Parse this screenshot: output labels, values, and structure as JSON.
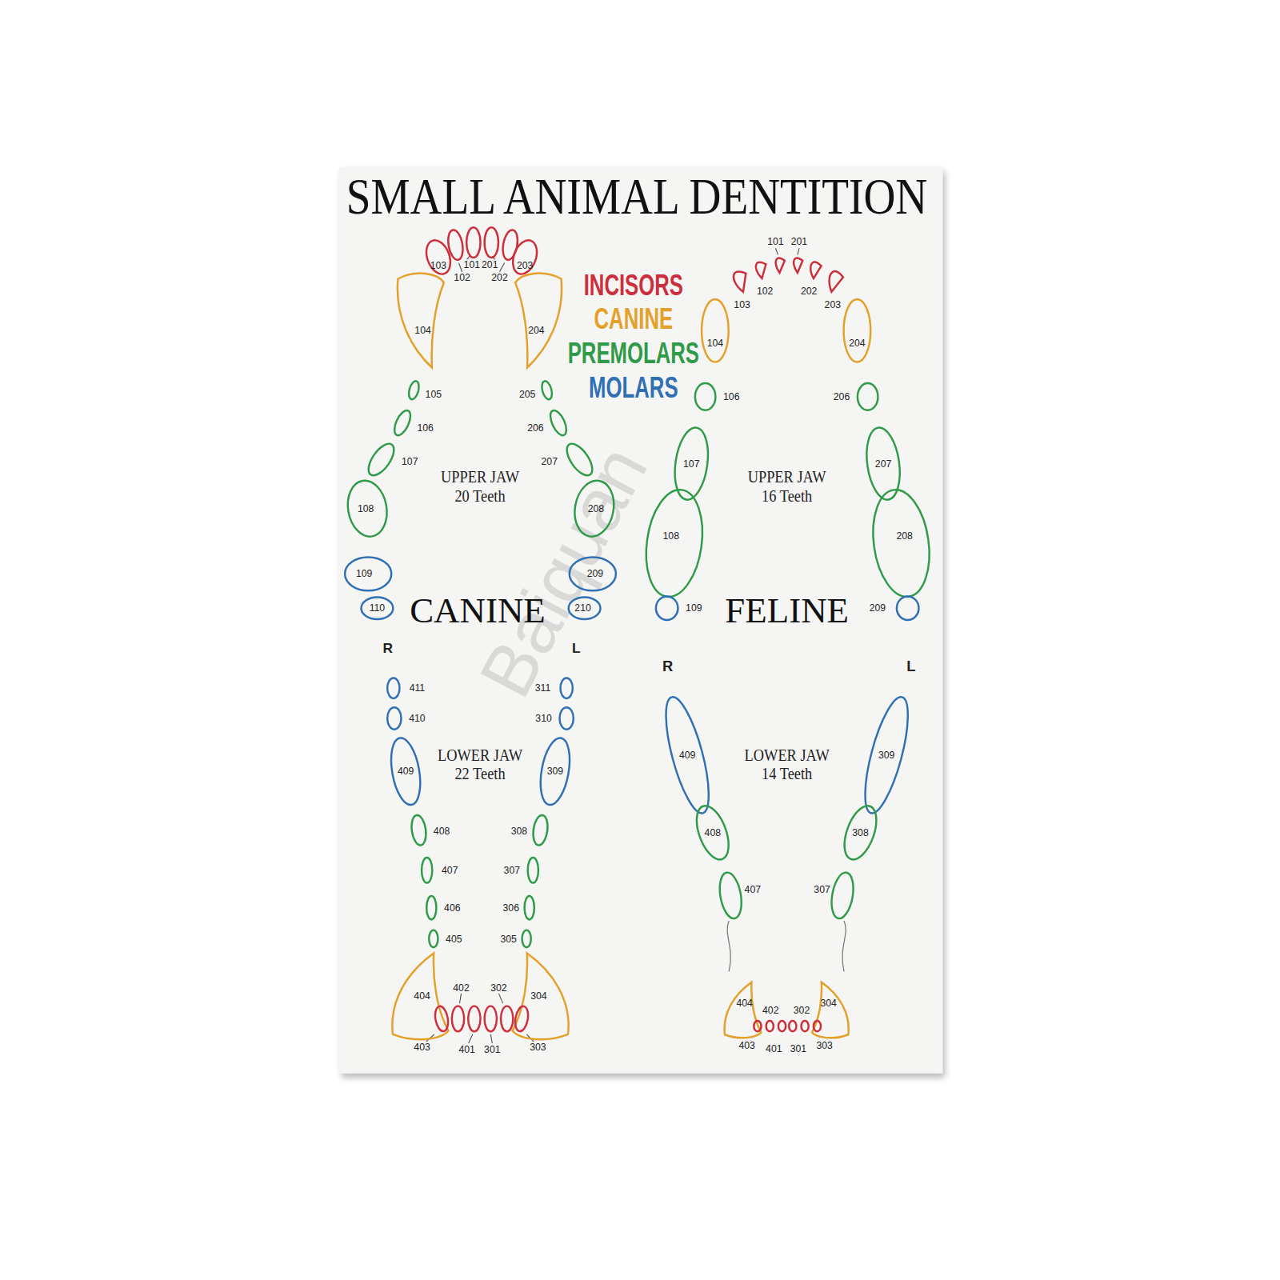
{
  "diagram": {
    "title": "SMALL ANIMAL DENTITION",
    "nodes": [
      {
        "text": [
          "103"
        ]
      },
      {
        "text": [
          "102"
        ]
      },
      {
        "text": [
          "101"
        ]
      },
      {
        "text": [
          "201"
        ]
      },
      {
        "text": [
          "202"
        ]
      },
      {
        "text": [
          "203"
        ]
      },
      {
        "text": [
          "104"
        ]
      },
      {
        "text": [
          "204"
        ]
      },
      {
        "text": [
          "105"
        ]
      },
      {
        "text": [
          "205"
        ]
      },
      {
        "text": [
          "106"
        ]
      },
      {
        "text": [
          "206"
        ]
      },
      {
        "text": [
          "107"
        ]
      },
      {
        "text": [
          "207"
        ]
      },
      {
        "text": [
          "108"
        ]
      },
      {
        "text": [
          "208"
        ]
      },
      {
        "text": [
          "109"
        ]
      },
      {
        "text": [
          "209"
        ]
      },
      {
        "text": [
          "110"
        ]
      },
      {
        "text": [
          "210"
        ]
      },
      {
        "text": [
          "103"
        ]
      },
      {
        "text": [
          "102"
        ]
      },
      {
        "text": [
          "101"
        ]
      },
      {
        "text": [
          "201"
        ]
      },
      {
        "text": [
          "202"
        ]
      },
      {
        "text": [
          "203"
        ]
      },
      {
        "text": [
          "104"
        ]
      },
      {
        "text": [
          "204"
        ]
      },
      {
        "text": [
          "106"
        ]
      },
      {
        "text": [
          "206"
        ]
      },
      {
        "text": [
          "107"
        ]
      },
      {
        "text": [
          "207"
        ]
      },
      {
        "text": [
          "108"
        ]
      },
      {
        "text": [
          "208"
        ]
      },
      {
        "text": [
          "109"
        ]
      },
      {
        "text": [
          "209"
        ]
      },
      {
        "text": [
          "411"
        ]
      },
      {
        "text": [
          "311"
        ]
      },
      {
        "text": [
          "410"
        ]
      },
      {
        "text": [
          "310"
        ]
      },
      {
        "text": [
          "409"
        ]
      },
      {
        "text": [
          "309"
        ]
      },
      {
        "text": [
          "408"
        ]
      },
      {
        "text": [
          "308"
        ]
      },
      {
        "text": [
          "407"
        ]
      },
      {
        "text": [
          "307"
        ]
      },
      {
        "text": [
          "406"
        ]
      },
      {
        "text": [
          "306"
        ]
      },
      {
        "text": [
          "405"
        ]
      },
      {
        "text": [
          "305"
        ]
      },
      {
        "text": [
          "404"
        ]
      },
      {
        "text": [
          "304"
        ]
      },
      {
        "text": [
          "403"
        ]
      },
      {
        "text": [
          "402"
        ]
      },
      {
        "text": [
          "401"
        ]
      },
      {
        "text": [
          "301"
        ]
      },
      {
        "text": [
          "302"
        ]
      },
      {
        "text": [
          "303"
        ]
      },
      {
        "text": [
          "409"
        ]
      },
      {
        "text": [
          "309"
        ]
      },
      {
        "text": [
          "408"
        ]
      },
      {
        "text": [
          "308"
        ]
      },
      {
        "text": [
          "407"
        ]
      },
      {
        "text": [
          "307"
        ]
      },
      {
        "text": [
          "404"
        ]
      },
      {
        "text": [
          "304"
        ]
      },
      {
        "text": [
          "403"
        ]
      },
      {
        "text": [
          "402"
        ]
      },
      {
        "text": [
          "401"
        ]
      },
      {
        "text": [
          "301"
        ]
      },
      {
        "text": [
          "302"
        ]
      },
      {
        "text": [
          "303"
        ]
      }
    ],
    "labels": [
      "UPPER JAW",
      "20 Teeth",
      "CANINE",
      "R",
      "L",
      "LOWER JAW",
      "22 Teeth",
      "UPPER JAW",
      "16 Teeth",
      "FELINE",
      "R",
      "L",
      "LOWER JAW",
      "14 Teeth",
      "Baiquan"
    ],
    "legend": [
      {
        "text": "INCISORS",
        "color": "#cc2f3b"
      },
      {
        "text": "CANINE",
        "color": "#e3a12a"
      },
      {
        "text": "PREMOLARS",
        "color": "#2f9a47"
      },
      {
        "text": "MOLARS",
        "color": "#2f6fb3"
      }
    ]
  }
}
